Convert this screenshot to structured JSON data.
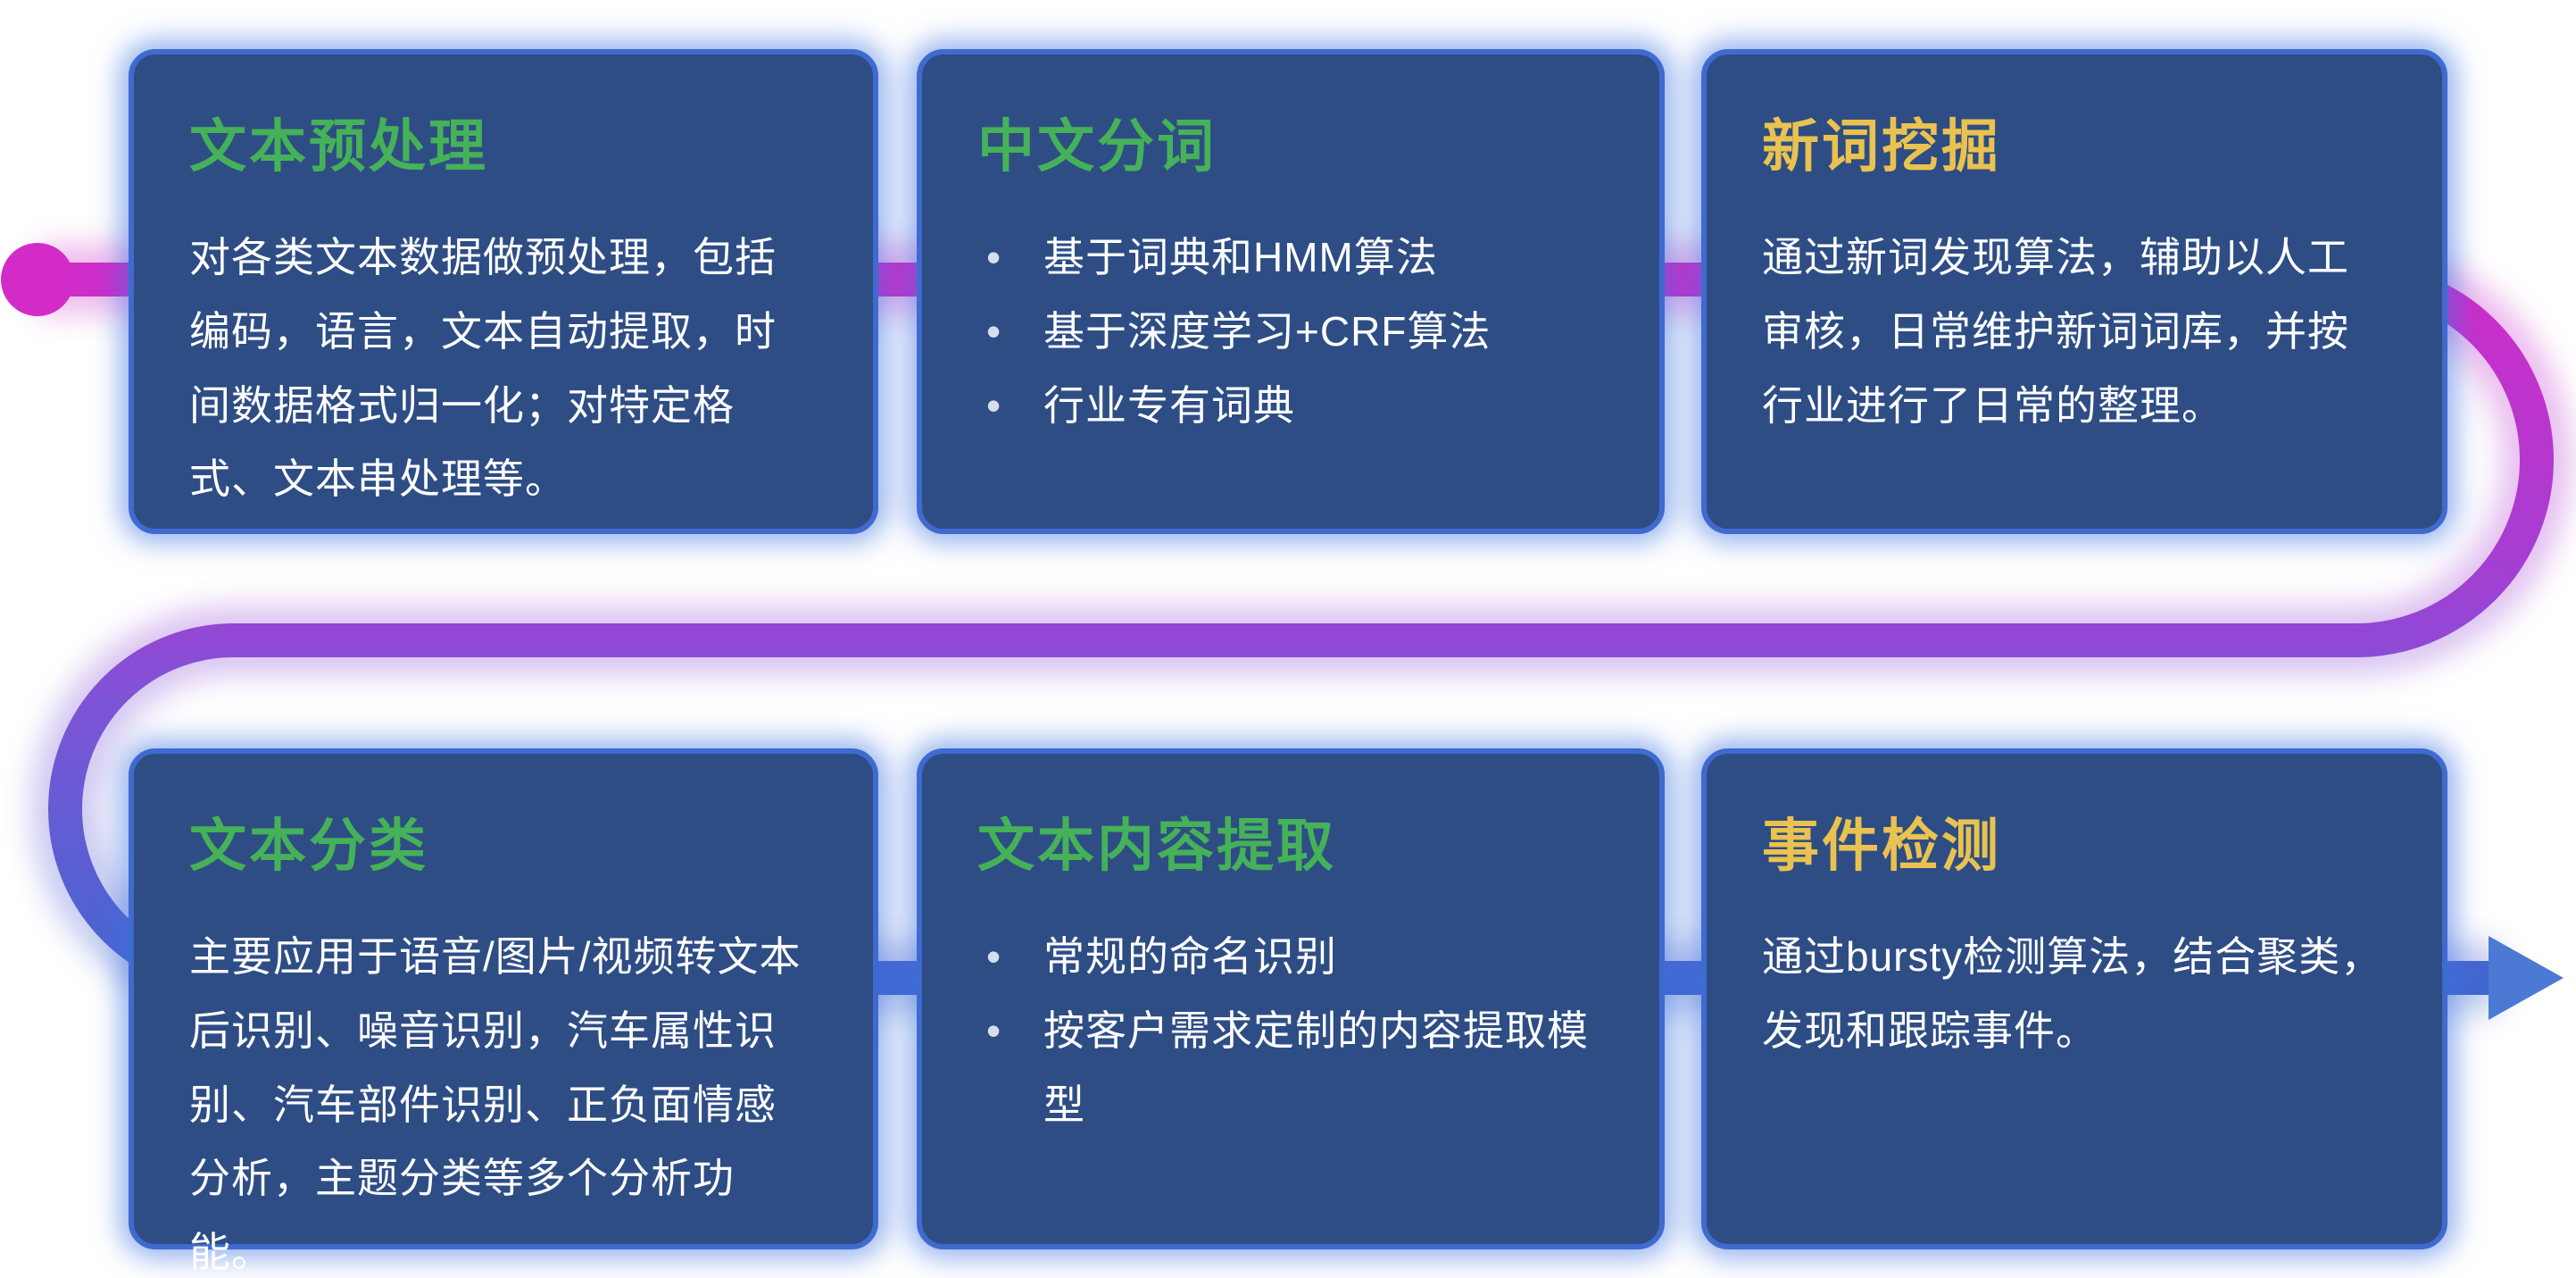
{
  "pipe": {
    "start_dot_color": "#d32bc8",
    "arrow_color": "#4c79d4",
    "gradient": [
      "#d32bc8",
      "#a53ed2",
      "#7b55d6",
      "#3e68cf"
    ]
  },
  "card_style": {
    "background": "#2e4d85",
    "border": "#3f6bd0",
    "body_text_color": "#ffffff",
    "green_title": "#45b158",
    "yellow_title": "#e9c24f"
  },
  "cards": [
    {
      "title": "文本预处理",
      "title_color": "#45b158",
      "body": "对各类文本数据做预处理，包括编码，语言，文本自动提取，时间数据格式归一化；对特定格式、文本串处理等。"
    },
    {
      "title": "中文分词",
      "title_color": "#45b158",
      "bullets": [
        "基于词典和HMM算法",
        "基于深度学习+CRF算法",
        "行业专有词典"
      ]
    },
    {
      "title": "新词挖掘",
      "title_color": "#e9c24f",
      "body": "通过新词发现算法，辅助以人工审核，日常维护新词词库，并按行业进行了日常的整理。"
    },
    {
      "title": "文本分类",
      "title_color": "#45b158",
      "body": "主要应用于语音/图片/视频转文本后识别、噪音识别，汽车属性识别、汽车部件识别、正负面情感分析，主题分类等多个分析功能。"
    },
    {
      "title": "文本内容提取",
      "title_color": "#45b158",
      "bullets": [
        "常规的命名识别",
        "按客户需求定制的内容提取模型"
      ]
    },
    {
      "title": "事件检测",
      "title_color": "#e9c24f",
      "body": "通过bursty检测算法，结合聚类，发现和跟踪事件。"
    }
  ]
}
